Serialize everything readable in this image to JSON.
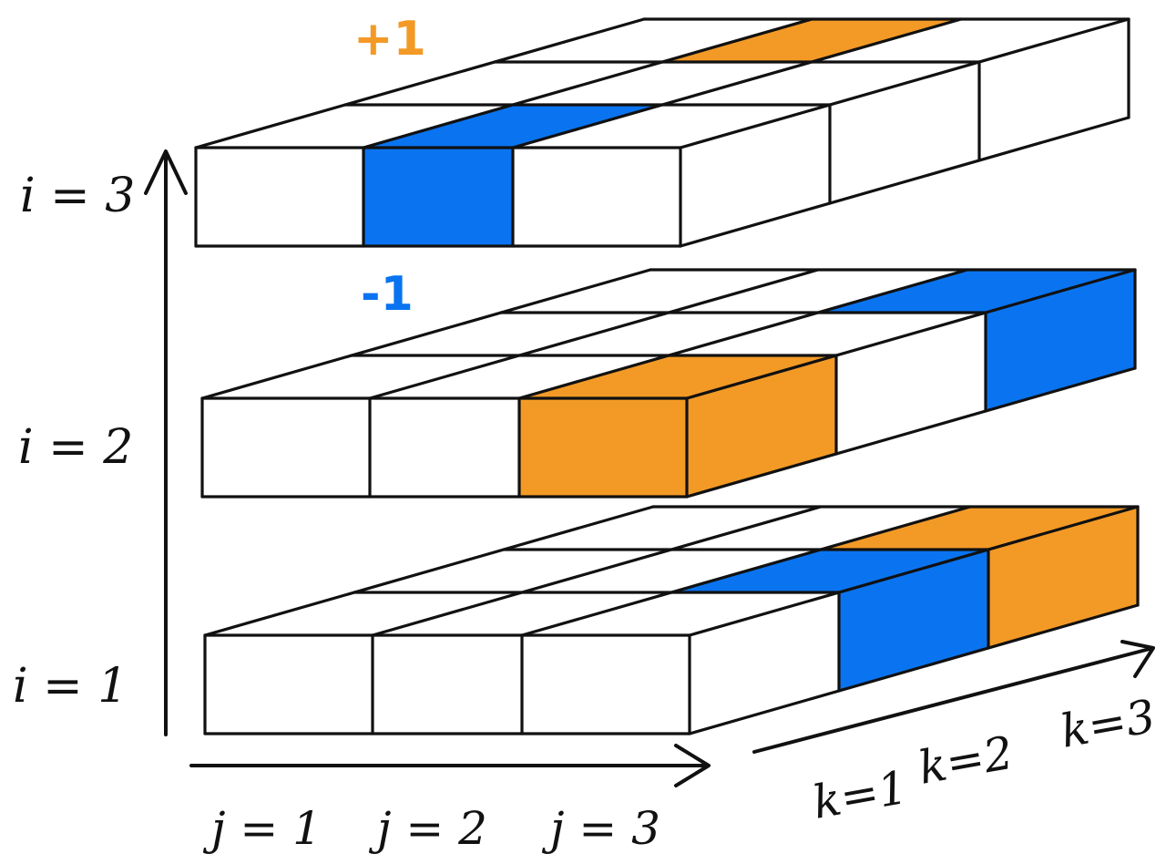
{
  "colors": {
    "ink": "#111111",
    "orange": "#f39a26",
    "blue": "#0a74f0",
    "background": "#ffffff"
  },
  "labels": {
    "i3": "i = 3",
    "i2": "i = 2",
    "i1": "i = 1",
    "j1": "j = 1",
    "j2": "j = 2",
    "j3": "j = 3",
    "k1": "k=1",
    "k2": "k=2",
    "k3": "k=3",
    "plus_one": "+1",
    "minus_one": "-1"
  },
  "layers": [
    {
      "i": 3,
      "cells": [
        {
          "j": 2,
          "k": 1,
          "color": "blue"
        },
        {
          "j": 2,
          "k": 3,
          "color": "orange"
        }
      ]
    },
    {
      "i": 2,
      "cells": [
        {
          "j": 3,
          "k": 1,
          "color": "orange"
        },
        {
          "j": 3,
          "k": 3,
          "color": "blue"
        }
      ]
    },
    {
      "i": 1,
      "cells": [
        {
          "j": 3,
          "k": 2,
          "color": "blue"
        },
        {
          "j": 3,
          "k": 3,
          "color": "orange"
        }
      ]
    }
  ]
}
